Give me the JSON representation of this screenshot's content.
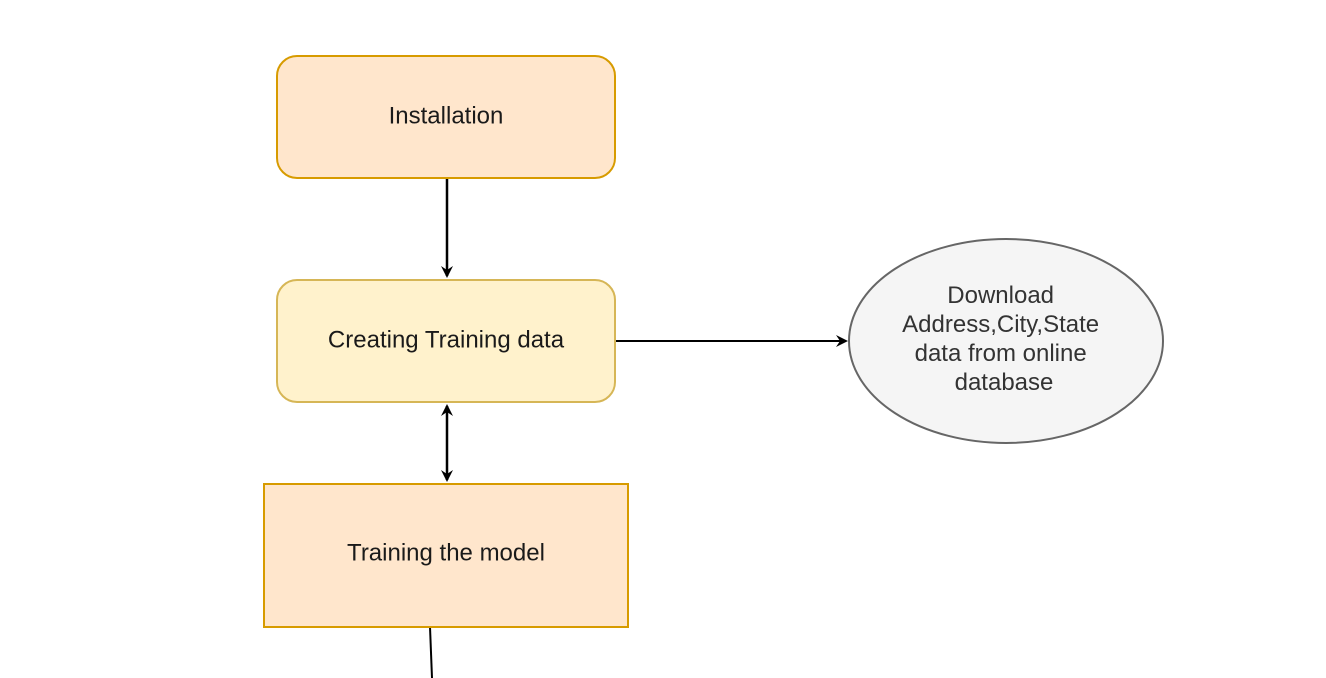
{
  "diagram": {
    "nodes": {
      "installation": {
        "label": "Installation"
      },
      "creating_training_data": {
        "label": "Creating Training data"
      },
      "training_the_model": {
        "label": "Training the model"
      },
      "download_data": {
        "lines": [
          "Download",
          "Address,City,State",
          "data from online",
          "database"
        ]
      }
    },
    "colors": {
      "orange_fill": "#ffe6cc",
      "orange_stroke": "#d79b00",
      "yellow_fill": "#fff2cc",
      "yellow_stroke": "#d6b656",
      "grey_fill": "#f5f5f5",
      "grey_stroke": "#666666",
      "edge": "#000000"
    }
  }
}
